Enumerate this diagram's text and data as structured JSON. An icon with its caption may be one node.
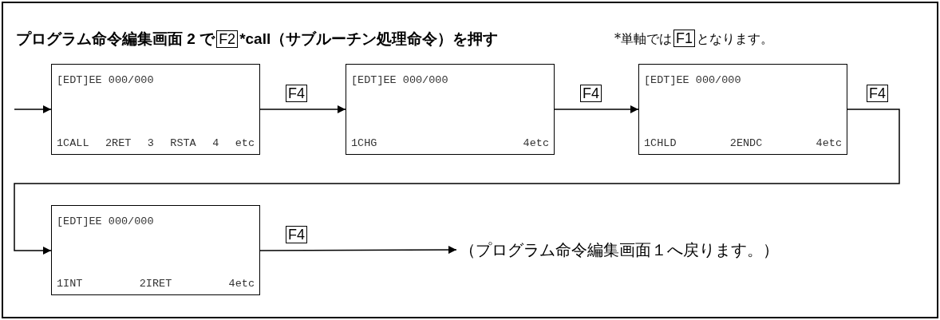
{
  "diagram": {
    "nodes": [
      {
        "text": [
          "[EDT]EE 000/000",
          "1CALL 2RET 3 RSTA 4 etc"
        ]
      },
      {
        "text": [
          "[EDT]EE 000/000",
          "1CHG 4etc"
        ]
      },
      {
        "text": [
          "[EDT]EE 000/000",
          "1CHLD 2ENDC 4etc"
        ]
      },
      {
        "text": [
          "[EDT]EE 000/000",
          "1INT 2IRET 4etc"
        ]
      },
      {
        "text": [
          "（プログラム命令編集画面１へ戻ります。）"
        ]
      }
    ],
    "edges": [
      {
        "from": null,
        "to": 0,
        "arrow": "to"
      },
      {
        "from": 0,
        "to": 1,
        "arrow": "to",
        "label": "F4"
      },
      {
        "from": 1,
        "to": 2,
        "arrow": "to",
        "label": "F4"
      },
      {
        "from": 2,
        "to": 3,
        "arrow": "to",
        "label": "F4"
      },
      {
        "from": 3,
        "to": 4,
        "arrow": "to",
        "label": "F4"
      }
    ],
    "labels": [
      "プログラム命令編集画面 2 で",
      "F2",
      "*call（サブルーチン処理命令）を押す",
      "*単軸では",
      "F1",
      "となります。"
    ]
  }
}
